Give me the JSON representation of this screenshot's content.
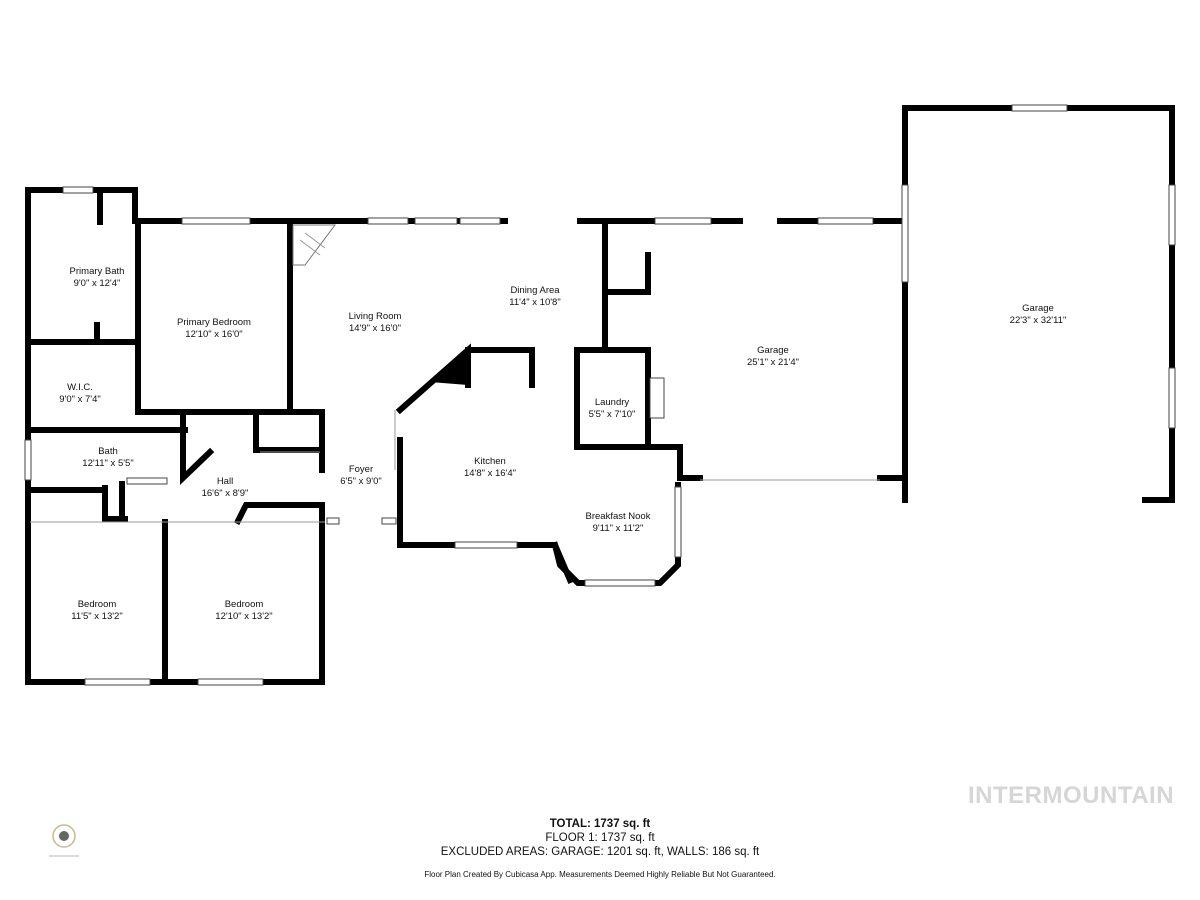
{
  "rooms": [
    {
      "key": "primary_bath",
      "name": "Primary Bath",
      "dims": "9'0\" x 12'4\""
    },
    {
      "key": "primary_bedroom",
      "name": "Primary Bedroom",
      "dims": "12'10\" x 16'0\""
    },
    {
      "key": "living_room",
      "name": "Living Room",
      "dims": "14'9\" x 16'0\""
    },
    {
      "key": "dining_area",
      "name": "Dining Area",
      "dims": "11'4\" x 10'8\""
    },
    {
      "key": "garage_1",
      "name": "Garage",
      "dims": "25'1\" x 21'4\""
    },
    {
      "key": "garage_2",
      "name": "Garage",
      "dims": "22'3\" x 32'11\""
    },
    {
      "key": "wic",
      "name": "W.I.C.",
      "dims": "9'0\" x 7'4\""
    },
    {
      "key": "laundry",
      "name": "Laundry",
      "dims": "5'5\" x 7'10\""
    },
    {
      "key": "bath",
      "name": "Bath",
      "dims": "12'11\" x 5'5\""
    },
    {
      "key": "hall",
      "name": "Hall",
      "dims": "16'6\" x 8'9\""
    },
    {
      "key": "foyer",
      "name": "Foyer",
      "dims": "6'5\" x 9'0\""
    },
    {
      "key": "kitchen",
      "name": "Kitchen",
      "dims": "14'8\" x 16'4\""
    },
    {
      "key": "breakfast_nook",
      "name": "Breakfast Nook",
      "dims": "9'11\" x 11'2\""
    },
    {
      "key": "bedroom_1",
      "name": "Bedroom",
      "dims": "11'5\" x 13'2\""
    },
    {
      "key": "bedroom_2",
      "name": "Bedroom",
      "dims": "12'10\" x 13'2\""
    }
  ],
  "summary": {
    "total": "TOTAL: 1737 sq. ft",
    "floor1": "FLOOR 1: 1737 sq. ft",
    "excluded": "EXCLUDED AREAS: GARAGE: 1201 sq. ft, WALLS: 186 sq. ft"
  },
  "disclaimer": "Floor Plan Created By Cubicasa App. Measurements Deemed Highly Reliable But Not Guaranteed.",
  "watermark": "INTERMOUNTAIN",
  "colors": {
    "wall": "#000000",
    "watermark": "#d6d6d6"
  }
}
